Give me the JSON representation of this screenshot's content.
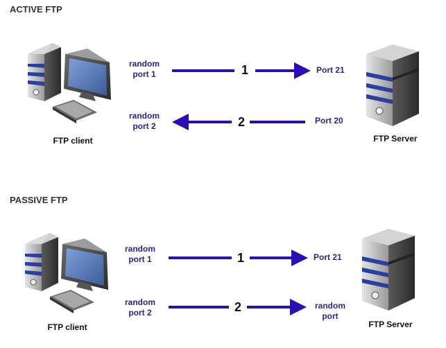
{
  "active": {
    "title": "ACTIVE FTP",
    "client_label": "FTP client",
    "server_label": "FTP Server",
    "conn1": {
      "number": "1",
      "client_port": "random\nport 1",
      "server_port": "Port 21"
    },
    "conn2": {
      "number": "2",
      "client_port": "random\nport 2",
      "server_port": "Port 20"
    }
  },
  "passive": {
    "title": "PASSIVE FTP",
    "client_label": "FTP client",
    "server_label": "FTP Server",
    "conn1": {
      "number": "1",
      "client_port": "random\nport 1",
      "server_port": "Port 21"
    },
    "conn2": {
      "number": "2",
      "client_port": "random\nport 2",
      "server_port": "random\nport"
    }
  },
  "colors": {
    "arrow": "#2b0fb3",
    "label": "#2e1f8f",
    "tower_dark": "#3a3a3a",
    "tower_light": "#b8b8b8",
    "stripe": "#2a3f9e",
    "screen": "#5b7cb5"
  },
  "icons": {
    "client": "computer-icon",
    "server": "server-tower-icon"
  }
}
